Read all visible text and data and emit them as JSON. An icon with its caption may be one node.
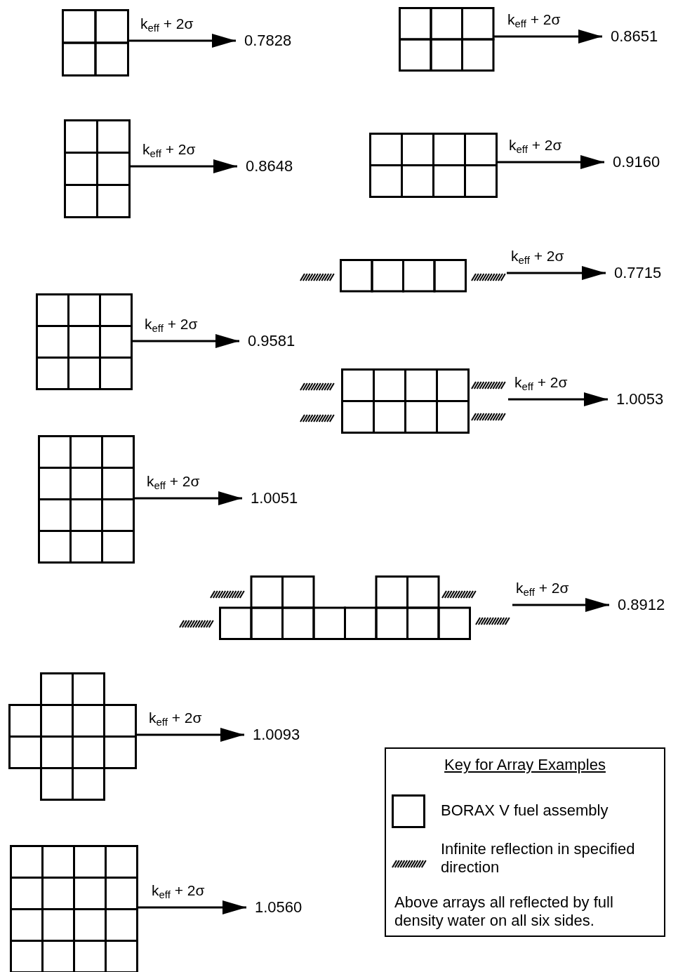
{
  "diagram": {
    "nodes": [
      {
        "text": [],
        "shape": "picture"
      },
      {
        "text": [
          "0.7828"
        ]
      },
      {
        "text": [],
        "shape": "picture"
      },
      {
        "text": [
          "0.8651"
        ]
      },
      {
        "text": [],
        "shape": "picture"
      },
      {
        "text": [
          "0.8648"
        ]
      },
      {
        "text": [],
        "shape": "picture"
      },
      {
        "text": [
          "0.9160"
        ]
      },
      {
        "text": [],
        "shape": "picture"
      },
      {
        "text": [
          "0.7715"
        ]
      },
      {
        "text": [],
        "shape": "picture"
      },
      {
        "text": [
          "0.9581"
        ]
      },
      {
        "text": [],
        "shape": "picture"
      },
      {
        "text": [
          "1.0053"
        ]
      },
      {
        "text": [],
        "shape": "picture"
      },
      {
        "text": [
          "1.0051"
        ]
      },
      {
        "text": [],
        "shape": "picture"
      },
      {
        "text": [
          "0.8912"
        ]
      },
      {
        "text": [],
        "shape": "picture"
      },
      {
        "text": [
          "1.0093"
        ]
      },
      {
        "text": [],
        "shape": "picture"
      },
      {
        "text": [
          "1.0560"
        ]
      }
    ],
    "edges": [
      {
        "from": 0,
        "to": 1,
        "arrow": "to",
        "label": "k$_{eff}$ + 2σ"
      },
      {
        "from": 2,
        "to": 3,
        "arrow": "to",
        "label": "k$_{eff}$ + 2σ"
      },
      {
        "from": 4,
        "to": 5,
        "arrow": "to",
        "label": "k$_{eff}$ + 2σ"
      },
      {
        "from": 6,
        "to": 7,
        "arrow": "to",
        "label": "k$_{eff}$ + 2σ"
      },
      {
        "from": 8,
        "to": 9,
        "arrow": "to",
        "label": "k$_{eff}$ + 2σ"
      },
      {
        "from": 10,
        "to": 11,
        "arrow": "to",
        "label": "k$_{eff}$ + 2σ"
      },
      {
        "from": 12,
        "to": 13,
        "arrow": "to",
        "label": "k$_{eff}$ + 2σ"
      },
      {
        "from": 14,
        "to": 15,
        "arrow": "to",
        "label": "k$_{eff}$ + 2σ"
      },
      {
        "from": 16,
        "to": 17,
        "arrow": "to",
        "label": "k$_{eff}$ + 2σ"
      },
      {
        "from": 18,
        "to": 19,
        "arrow": "to",
        "label": "k$_{eff}$ + 2σ"
      },
      {
        "from": 20,
        "to": 21,
        "arrow": "to",
        "label": "k$_{eff}$ + 2σ"
      }
    ],
    "labels": [
      "Key for Array Examples",
      "Above arrays all reflected by full density water on all six sides."
    ],
    "legend": [
      {
        "text": "BORAX V fuel assembly"
      },
      {
        "text": "Infinite reflection in specified direction"
      }
    ]
  }
}
